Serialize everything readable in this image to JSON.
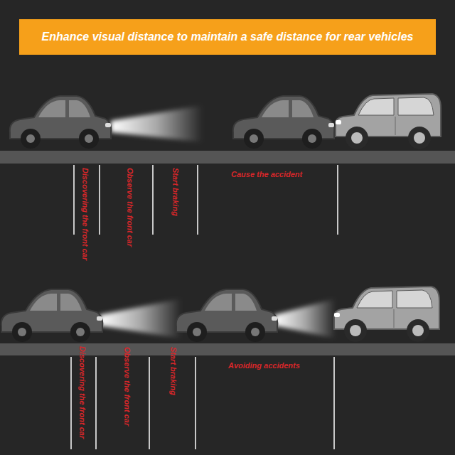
{
  "diagram": {
    "title": "Enhance visual distance to maintain a safe distance for rear vehicles",
    "labels": [
      "Discovering the front car",
      "Observe the front car",
      "Start braking",
      "Cause the accident",
      "Discovering the front car",
      "Observe the front car",
      "Start braking",
      "Avoiding accidents"
    ]
  }
}
